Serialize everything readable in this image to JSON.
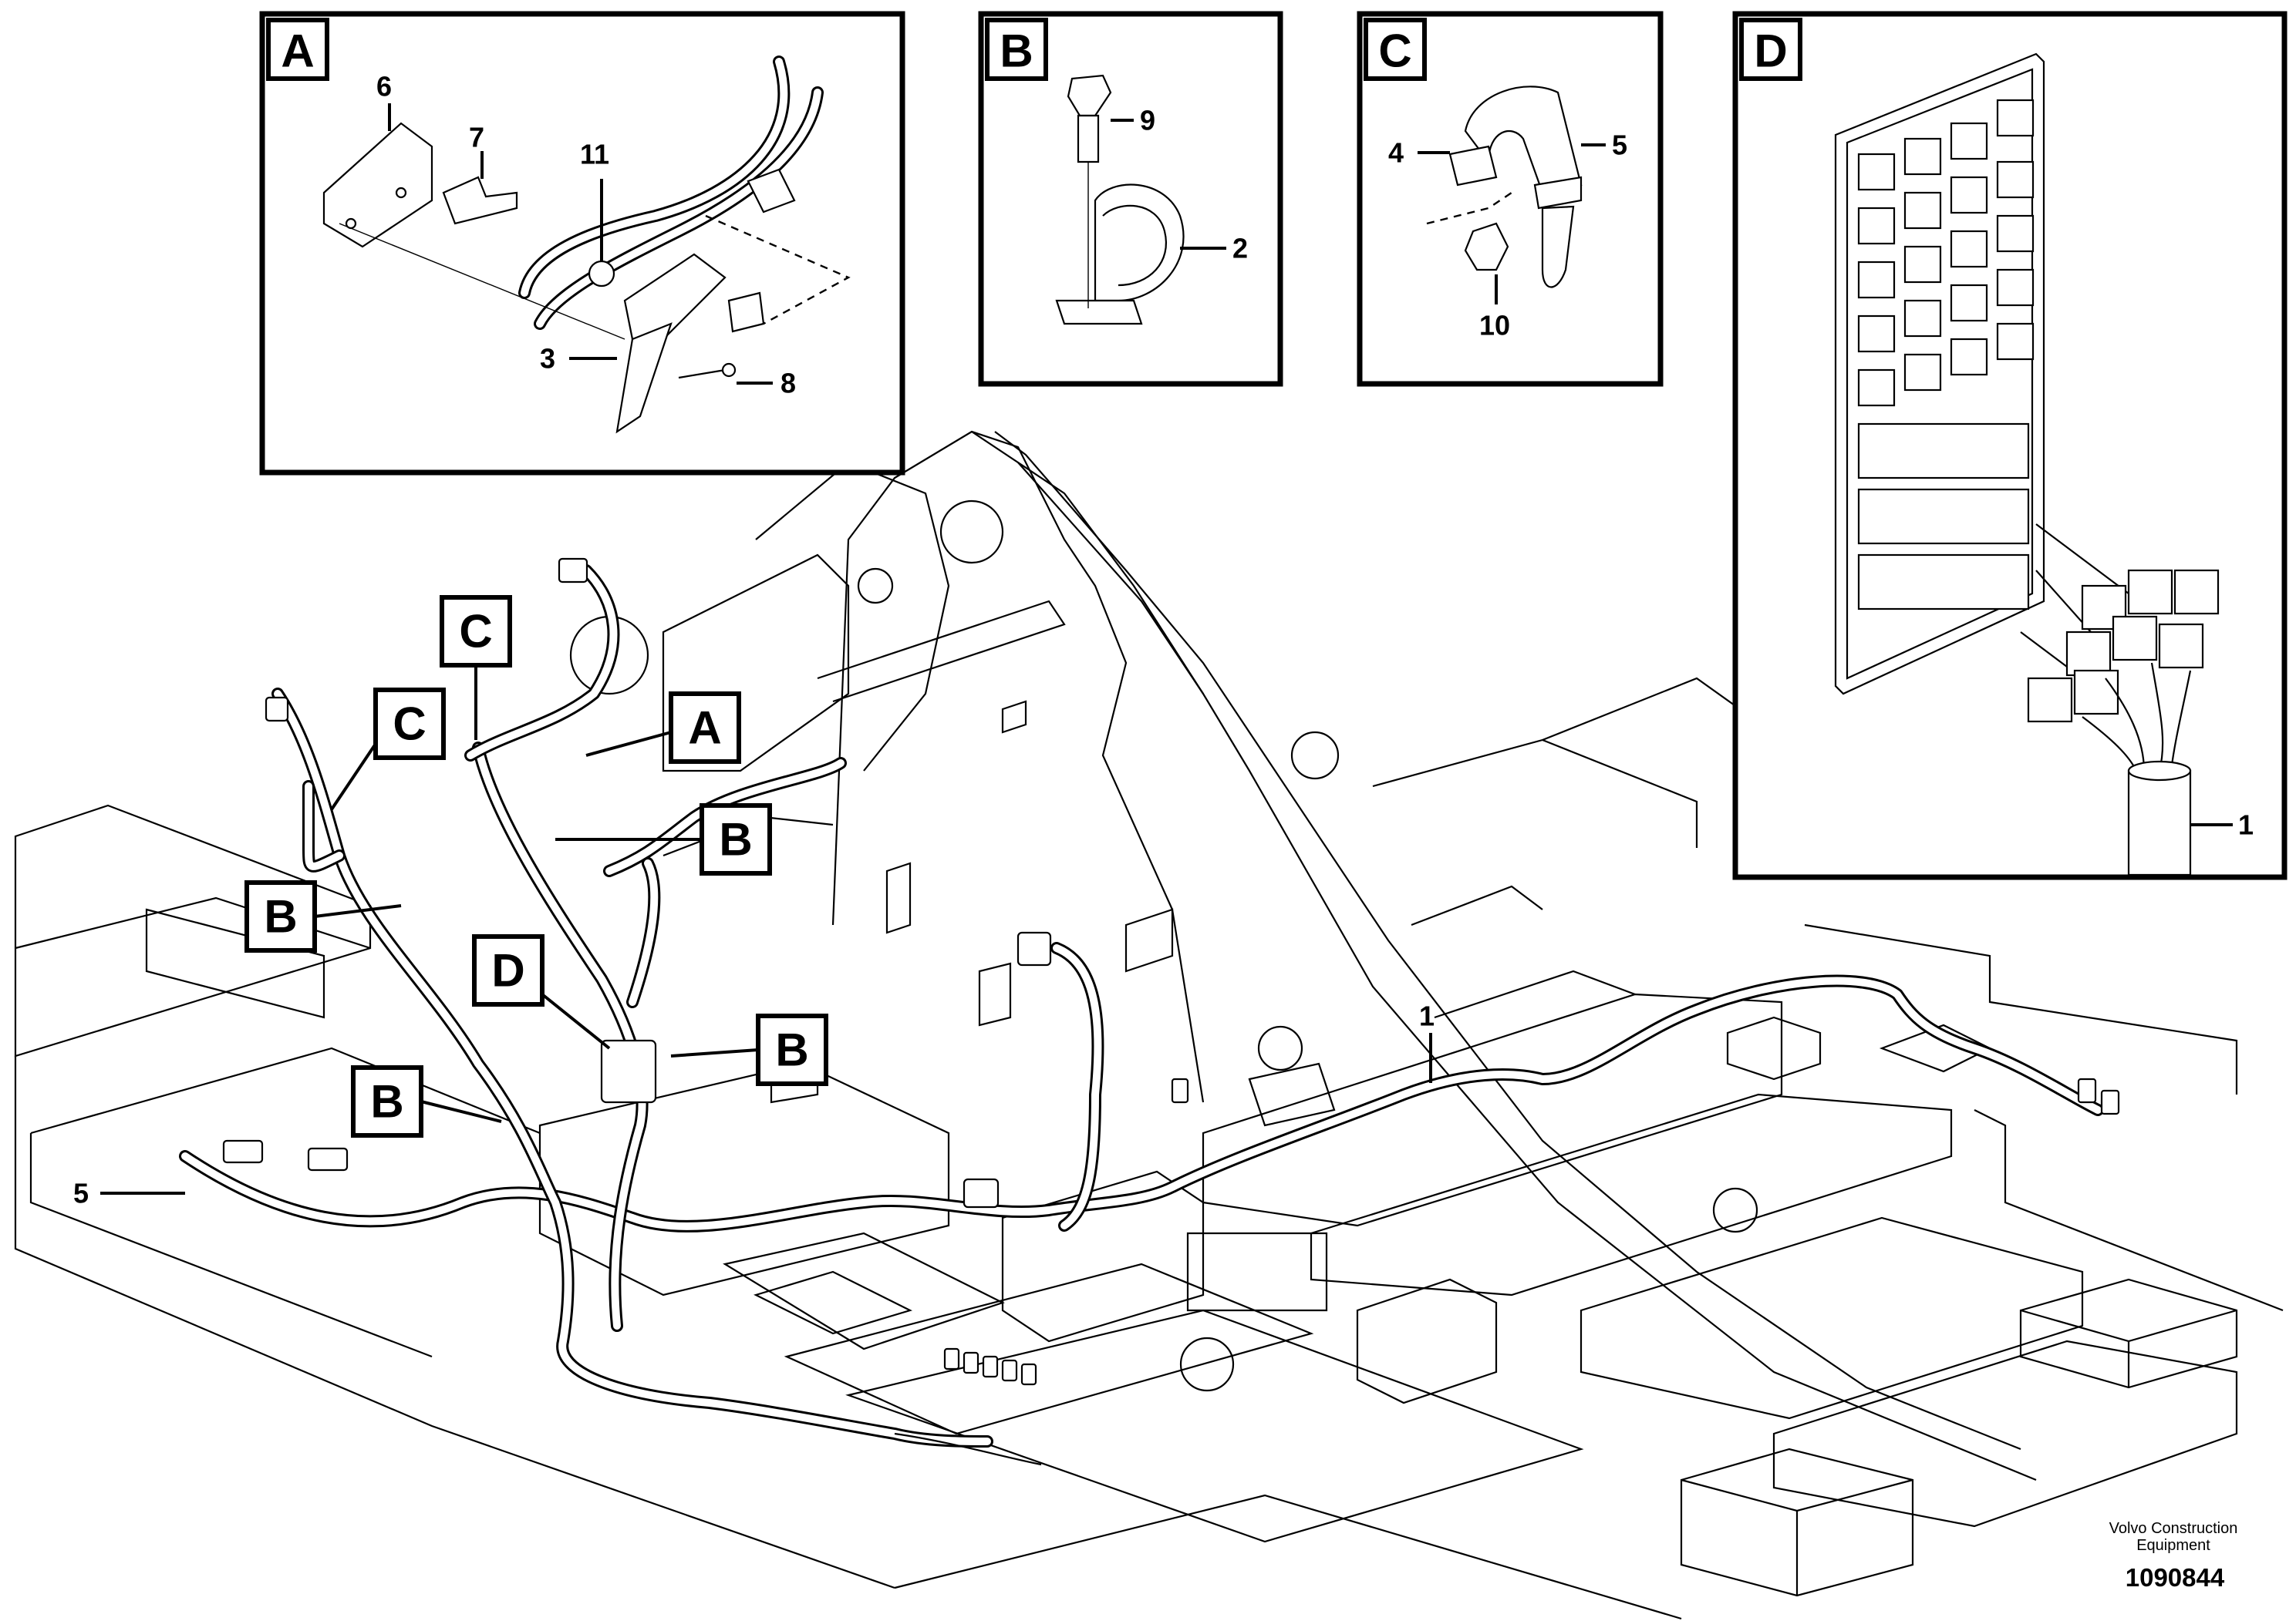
{
  "detail_views": {
    "A": {
      "letter": "A",
      "callouts": [
        "6",
        "7",
        "11",
        "3",
        "8"
      ]
    },
    "B": {
      "letter": "B",
      "callouts": [
        "9",
        "2"
      ]
    },
    "C": {
      "letter": "C",
      "callouts": [
        "4",
        "5",
        "10"
      ]
    },
    "D": {
      "letter": "D",
      "callouts": [
        "1"
      ]
    }
  },
  "main_view": {
    "tags": [
      "C",
      "C",
      "A",
      "B",
      "B",
      "D",
      "B",
      "B"
    ],
    "callouts": [
      "1",
      "5"
    ]
  },
  "footer": {
    "company": "Volvo Construction Equipment",
    "drawing_number": "1090844"
  }
}
